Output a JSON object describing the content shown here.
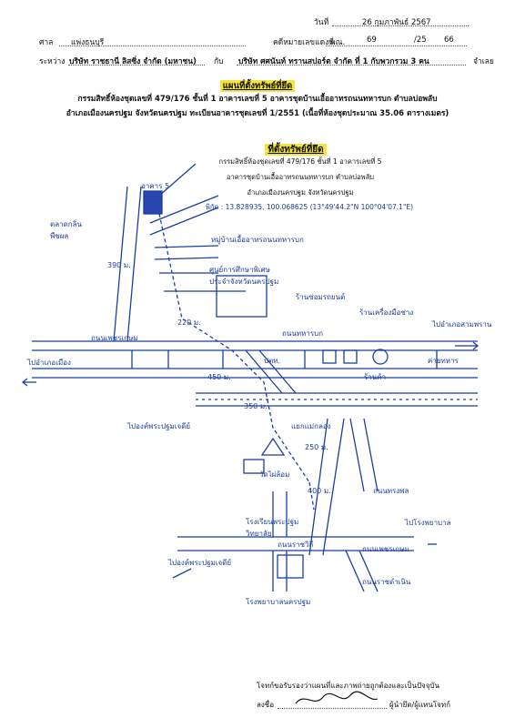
{
  "header": {
    "date_label": "วันที่",
    "date_value": "26 กุมภาพันธ์ 2567",
    "court_label": "ศาล",
    "court_value": "แพ่งธนบุรี",
    "case_label": "คดีหมายเลขแดงที่",
    "case_type": "พณ.",
    "case_number": "69",
    "case_year_sep": "/25",
    "case_year": "66",
    "between_label": "ระหว่าง",
    "plaintiff": "บริษัท ราชธานี ลิสซิ่ง จำกัด (มหาชน)",
    "with_label": "กับ",
    "defendant": "บริษัท ศศนันท์ ทรานสปอร์ต จำกัด ที่ 1 กับพวกรวม 3 คน",
    "defendant_role": "จำเลย"
  },
  "title": "แผนที่ตั้งทรัพย์ที่ยึด",
  "description": {
    "line1": "กรรมสิทธิ์ห้องชุดเลขที่ 479/176 ชั้นที่ 1 อาคารเลขที่ 5 อาคารชุดบ้านเอื้ออาทรถนนทหารบก ตำบลบ่อพลับ",
    "line2": "อำเภอเมืองนครปฐม จังหวัดนครปฐม ทะเบียนอาคารชุดเลขที่ 1/2551 (เนื้อที่ห้องชุดประมาณ 35.06 ตารางเมตร)"
  },
  "site": {
    "title": "ที่ตั้งทรัพย์ที่ยึด",
    "line1": "กรรมสิทธิ์ห้องชุดเลขที่ 479/176 ชั้นที่ 1 อาคารเลขที่ 5",
    "line2": "อาคารชุดบ้านเอื้ออาทรถนนทหารบก ตำบลบ่อพลับ",
    "line3": "อำเภอเมืองนครปฐม จังหวัดนครปฐม",
    "coords": "พิกัด : 13.828935, 100.068625 (13°49'44.2\"N 100°04'07.1\"E)"
  },
  "map": {
    "building_label": "อาคาร 5",
    "village": "หมู่บ้านเอื้ออาทรถนนทหารบก",
    "school1": "ศูนย์การศึกษาพิเศษ ประจำจังหวัดนครปฐม",
    "market": "ตลาดกลิ่นพืชผล",
    "dist_390": "390 ม.",
    "dist_220": "220 ม.",
    "dist_450": "450 ม.",
    "dist_350": "350 ม.",
    "dist_250": "250 ม.",
    "dist_400": "400 ม.",
    "road_main": "ถนนทหารบก",
    "road_petch": "ถนนเพชรเกษม",
    "shop1": "ร้านซ่อมรถยนต์",
    "shop2": "ร้านเครื่องมือช่าง",
    "to_sampran": "ไปอำเภอสามพราน",
    "to_city_left": "ไปอำเภอเมือง",
    "ptt": "ปตท.",
    "tesco": "ร้านค้า",
    "camp": "ค่ายทหาร",
    "to_phrapathom1": "ไปองค์พระปฐมเจดีย์",
    "temple": "วัดไผ่ล้อม",
    "intersection": "แยกแม่กลอง",
    "road_song": "ถนนทรงพล",
    "school2": "โรงเรียนพระปฐม วิทยาลัย",
    "to_hospital": "ไปโรงพยาบาล",
    "to_phrapathom2": "ไปองค์พระปฐมเจดีย์",
    "road_rajvithi": "ถนนราชวิถี",
    "road_phetkasem2": "ถนนเพชรเกษม",
    "road_ratchadamnoen": "ถนนราชดำเนิน",
    "hospital": "โรงพยาบาลนครปฐม"
  },
  "footer": {
    "certify": "โจทก์ขอรับรองว่าแผนที่และภาพถ่ายถูกต้องและเป็นปัจจุบัน",
    "sign_label": "ลงชื่อ",
    "role": "ผู้นำยึด/ผู้แทนโจทก์"
  },
  "colors": {
    "ink": "#1b3fa0",
    "highlight": "#f5e43a",
    "building_fill": "#2845b0"
  }
}
